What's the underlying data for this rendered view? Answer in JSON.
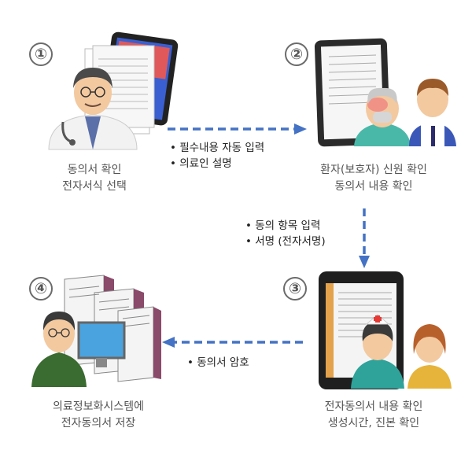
{
  "steps": [
    {
      "number": "①",
      "caption_lines": [
        "동의서 확인",
        "전자서식 선택"
      ]
    },
    {
      "number": "②",
      "caption_lines": [
        "환자(보호자) 신원 확인",
        "동의서 내용 확인"
      ]
    },
    {
      "number": "③",
      "caption_lines": [
        "전자동의서 내용 확인",
        "생성시간, 진본 확인"
      ]
    },
    {
      "number": "④",
      "caption_lines": [
        "의료정보화시스템에",
        "전자동의서 저장"
      ]
    }
  ],
  "arrows": [
    {
      "bullets": [
        "필수내용 자동 입력",
        "의료인 설명"
      ]
    },
    {
      "bullets": [
        "동의 항목 입력",
        "서명 (전자서명)"
      ]
    },
    {
      "bullets": [
        "동의서 암호"
      ]
    }
  ],
  "colors": {
    "arrow": "#4472c4",
    "number_ring": "#6b6b6b",
    "caption": "#555555"
  }
}
